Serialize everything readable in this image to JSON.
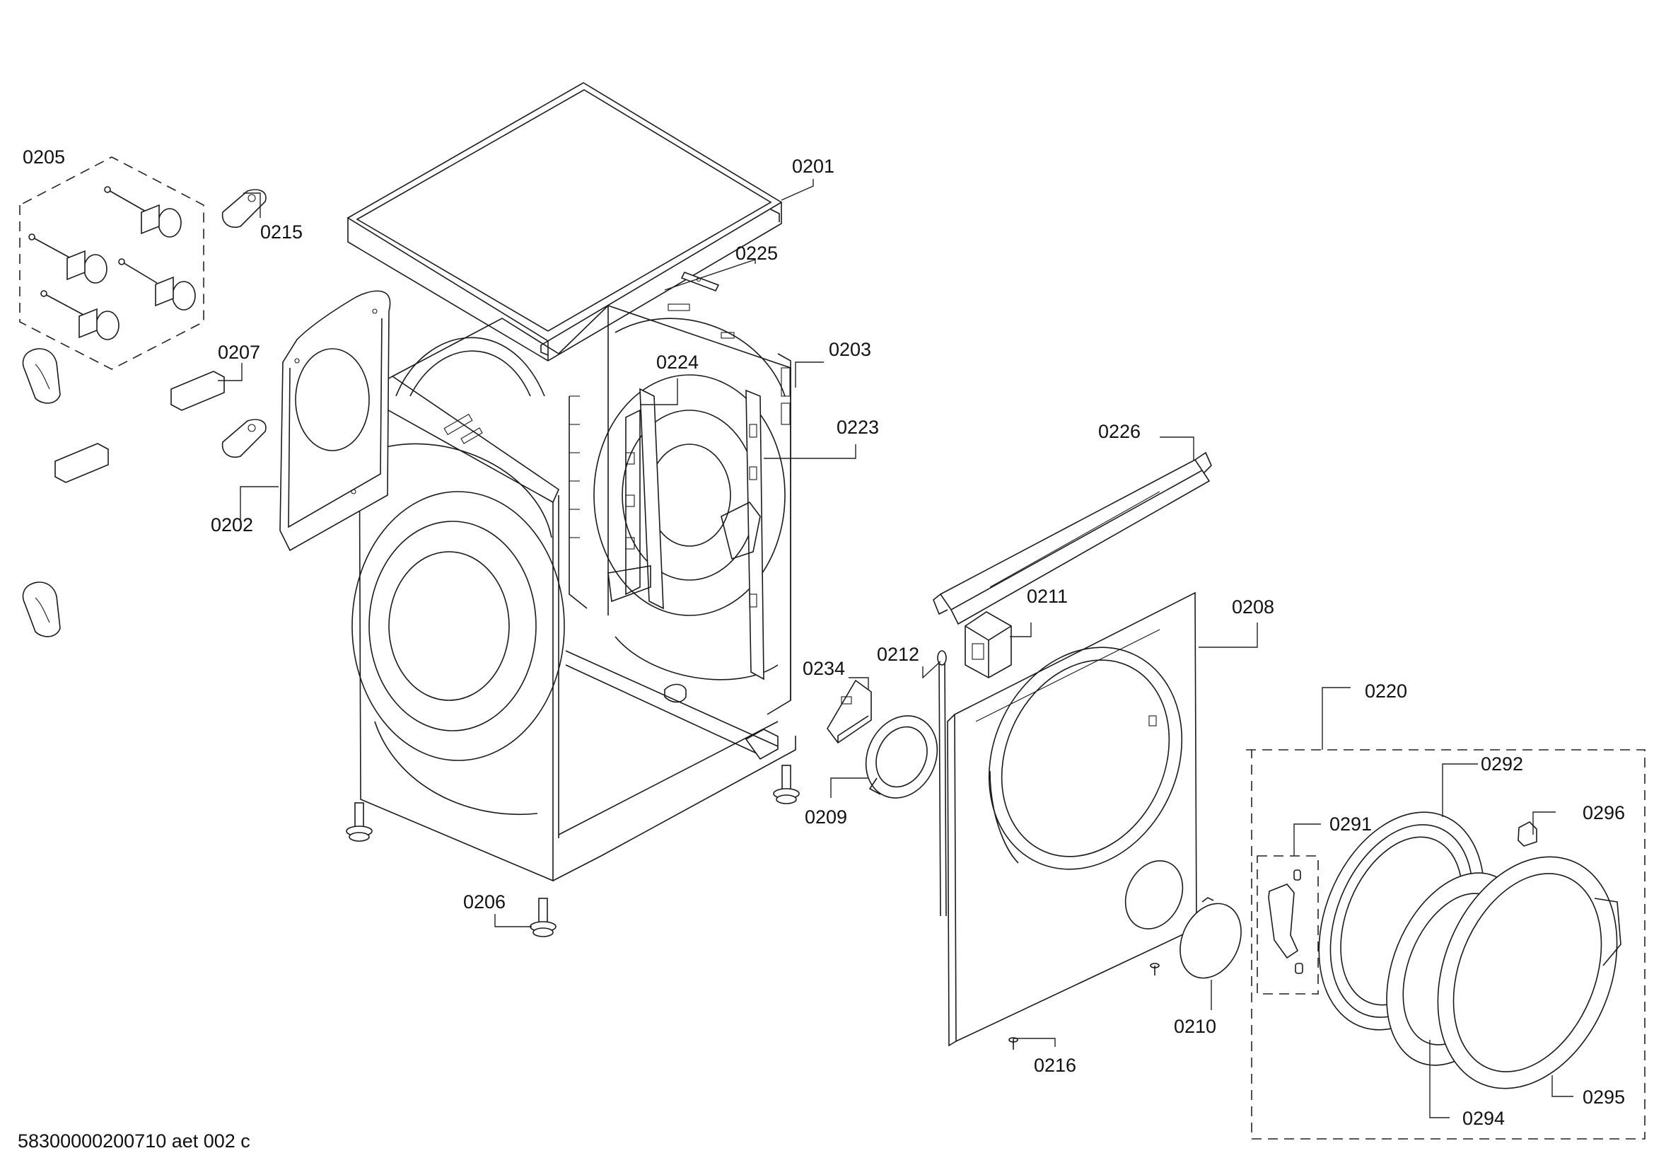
{
  "diagram": {
    "footer_code": "58300000200710 aet 002 c",
    "callouts": {
      "c0201": "0201",
      "c0202": "0202",
      "c0203": "0203",
      "c0205": "0205",
      "c0206": "0206",
      "c0207": "0207",
      "c0208": "0208",
      "c0209": "0209",
      "c0210": "0210",
      "c0211": "0211",
      "c0212": "0212",
      "c0215": "0215",
      "c0216": "0216",
      "c0220": "0220",
      "c0223": "0223",
      "c0224": "0224",
      "c0225": "0225",
      "c0226": "0226",
      "c0234": "0234",
      "c0291": "0291",
      "c0292": "0292",
      "c0294": "0294",
      "c0295": "0295",
      "c0296": "0296"
    }
  }
}
